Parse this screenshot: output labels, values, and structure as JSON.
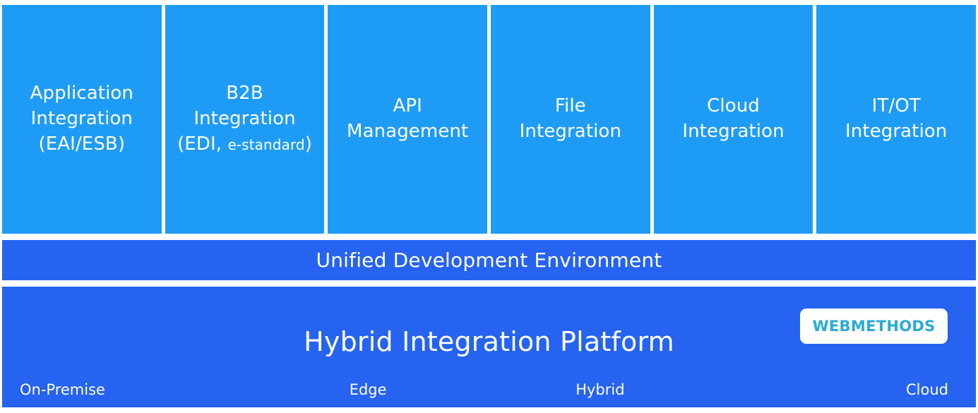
{
  "diagram": {
    "title": "Hybrid Integration Platform",
    "colors": {
      "tile": "#1E9CF5",
      "band": "#2563F0",
      "badge_background": "#ffffff",
      "badge_text": "#29ABD4",
      "text": "#ffffff",
      "page_background": "#ffffff"
    }
  },
  "capabilities": {
    "items": [
      {
        "id": "application-integration",
        "label": "Application\nIntegration\n(EAI/ESB)"
      },
      {
        "id": "b2b-integration",
        "prefix": "B2B\nIntegration\n(EDI, ",
        "emphasis": "e-standard",
        "suffix": ")"
      },
      {
        "id": "api-management",
        "label": "API\nManagement"
      },
      {
        "id": "file-integration",
        "label": "File\nIntegration"
      },
      {
        "id": "cloud-integration",
        "label": "Cloud\nIntegration"
      },
      {
        "id": "it-ot-integration",
        "label": "IT/OT\nIntegration"
      }
    ]
  },
  "unified_development_environment": {
    "label": "Unified Development Environment"
  },
  "platform": {
    "title": "Hybrid Integration Platform",
    "vendor_badge": "WEBMETHODS",
    "deployment_models": [
      {
        "id": "on-premise",
        "label": "On-Premise"
      },
      {
        "id": "edge",
        "label": "Edge"
      },
      {
        "id": "hybrid",
        "label": "Hybrid"
      },
      {
        "id": "cloud",
        "label": "Cloud"
      }
    ]
  }
}
